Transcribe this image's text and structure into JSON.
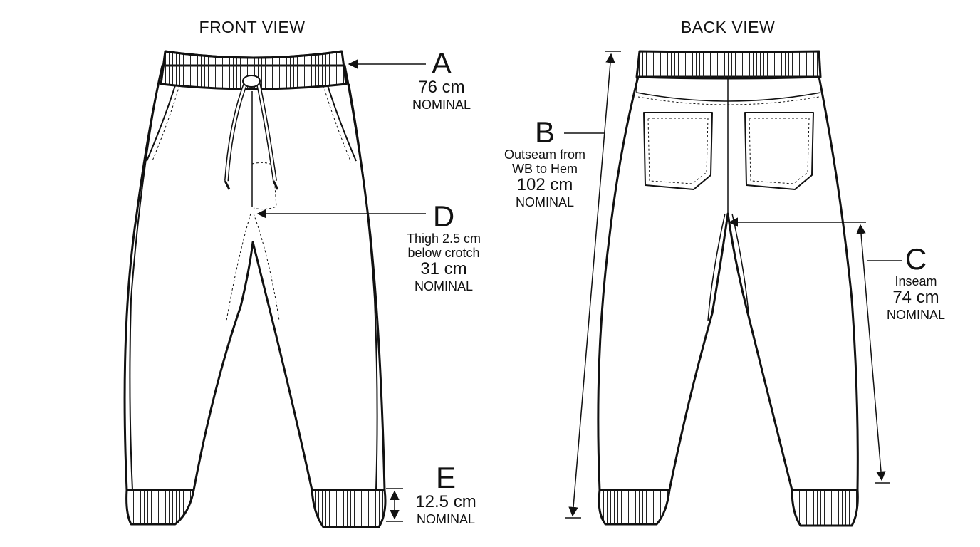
{
  "views": {
    "front": "FRONT VIEW",
    "back": "BACK VIEW"
  },
  "measurements": {
    "A": {
      "letter": "A",
      "value": "76 cm",
      "tag": "NOMINAL"
    },
    "B": {
      "letter": "B",
      "desc1": "Outseam from",
      "desc2": "WB to Hem",
      "value": "102 cm",
      "tag": "NOMINAL"
    },
    "C": {
      "letter": "C",
      "desc1": "Inseam",
      "value": "74 cm",
      "tag": "NOMINAL"
    },
    "D": {
      "letter": "D",
      "desc1": "Thigh 2.5 cm",
      "desc2": "below crotch",
      "value": "31 cm",
      "tag": "NOMINAL"
    },
    "E": {
      "letter": "E",
      "value": "12.5 cm",
      "tag": "NOMINAL"
    }
  }
}
